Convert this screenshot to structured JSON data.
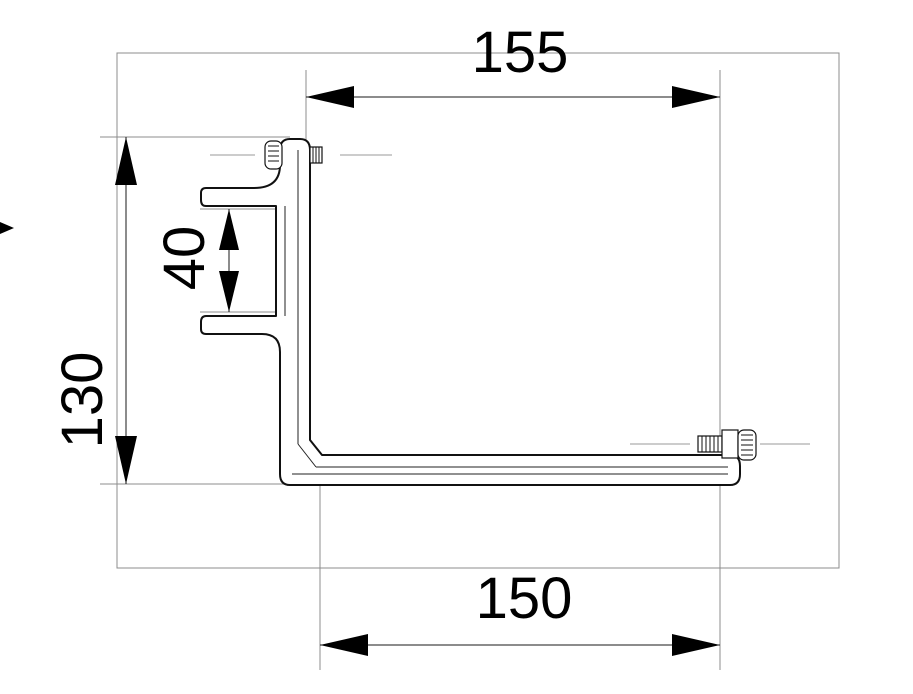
{
  "dimensions": {
    "top": "155",
    "bottom": "150",
    "height": "130",
    "slot": "40"
  }
}
